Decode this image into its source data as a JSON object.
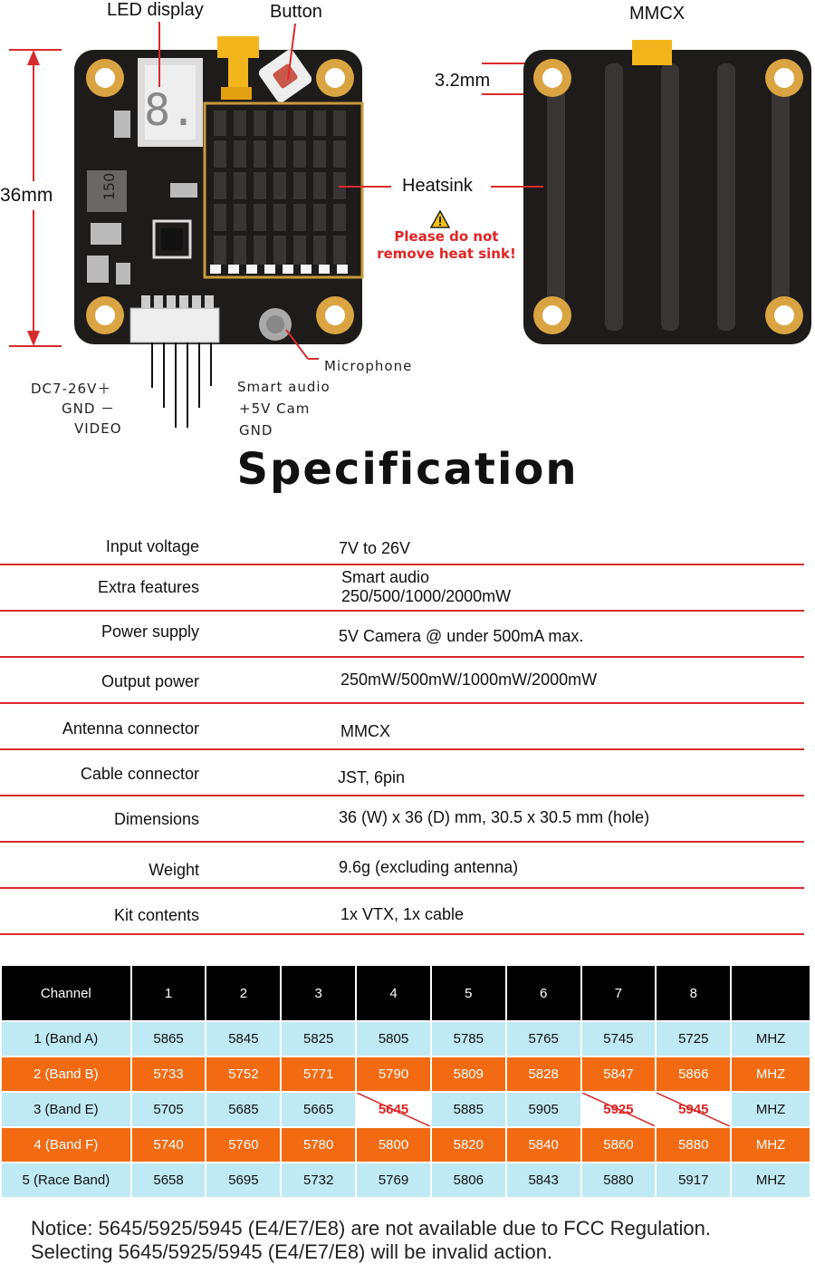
{
  "diagram": {
    "labels": {
      "led_display": "LED display",
      "button": "Button",
      "mmcx": "MMCX",
      "dimension_mm": "36mm",
      "hole_mm": "3.2mm",
      "heatsink": "Heatsink",
      "warning": "Please do not remove heat sink!",
      "microphone": "Microphone",
      "smart_audio": "Smart audio",
      "cam_5v": "+5V  Cam",
      "gnd_right": "GND",
      "dc": "DC7-26V＋",
      "gnd_left": "GND －",
      "video": "VIDEO",
      "inductor": "150",
      "led_digit": "8."
    }
  },
  "spec": {
    "title": "Specification",
    "rows": [
      {
        "key": "Input voltage",
        "value": "7V to 26V"
      },
      {
        "key": "Extra features",
        "value": "Smart audio",
        "value2": "250/500/1000/2000mW"
      },
      {
        "key": "Power supply",
        "value": "5V Camera @ under  500mA max."
      },
      {
        "key": "Output power",
        "value": "250mW/500mW/1000mW/2000mW"
      },
      {
        "key": "Antenna connector",
        "value": "MMCX"
      },
      {
        "key": "Cable connector",
        "value": "JST, 6pin"
      },
      {
        "key": "Dimensions",
        "value": "36 (W) x 36 (D) mm, 30.5 x 30.5 mm (hole)"
      },
      {
        "key": "Weight",
        "value": "9.6g (excluding antenna)"
      },
      {
        "key": "Kit contents",
        "value": "1x VTX, 1x cable"
      }
    ]
  },
  "freq_table": {
    "headers": [
      "Channel",
      "1",
      "2",
      "3",
      "4",
      "5",
      "6",
      "7",
      "8",
      ""
    ],
    "rows": [
      [
        "1 (Band A)",
        "5865",
        "5845",
        "5825",
        "5805",
        "5785",
        "5765",
        "5745",
        "5725",
        "MHZ"
      ],
      [
        "2 (Band B)",
        "5733",
        "5752",
        "5771",
        "5790",
        "5809",
        "5828",
        "5847",
        "5866",
        "MHZ"
      ],
      [
        "3 (Band E)",
        "5705",
        "5685",
        "5665",
        "5645",
        "5885",
        "5905",
        "5925",
        "5945",
        "MHZ"
      ],
      [
        "4 (Band F)",
        "5740",
        "5760",
        "5780",
        "5800",
        "5820",
        "5840",
        "5860",
        "5880",
        "MHZ"
      ],
      [
        "5 (Race Band)",
        "5658",
        "5695",
        "5732",
        "5769",
        "5806",
        "5843",
        "5880",
        "5917",
        "MHZ"
      ]
    ]
  },
  "notice": {
    "line1": "Notice: 5645/5925/5945 (E4/E7/E8) are not available due to FCC Regulation.",
    "line2": "Selecting 5645/5925/5945 (E4/E7/E8) will be invalid action."
  },
  "colors": {
    "accent_red": "#d92b2b",
    "orange": "#f26b12",
    "light_blue": "#bfe9f3",
    "gold": "#d9a441"
  }
}
